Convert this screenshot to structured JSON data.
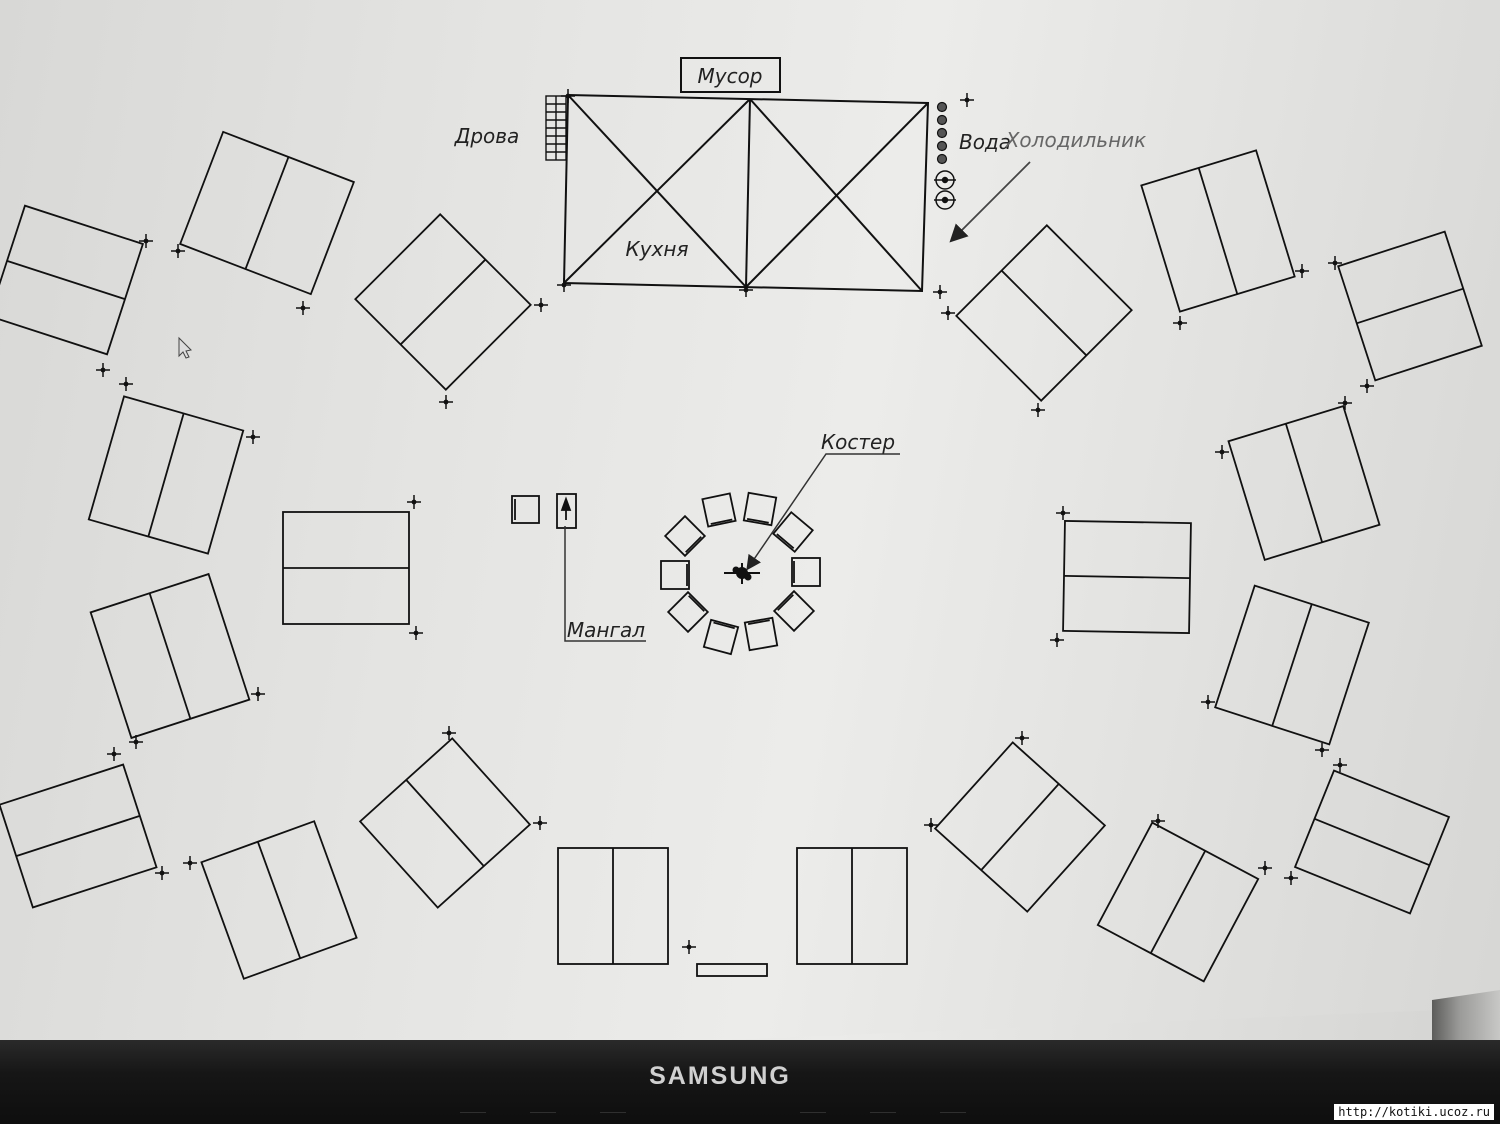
{
  "labels": {
    "musor": "Мусор",
    "drova": "Дрова",
    "voda": "Вода",
    "holodilnik": "Холодильник",
    "kuhnya": "Кухня",
    "koster": "Костер",
    "mangal": "Мангал"
  },
  "monitor": {
    "brand": "SAMSUNG"
  },
  "watermark": "http://kotiki.ucoz.ru"
}
